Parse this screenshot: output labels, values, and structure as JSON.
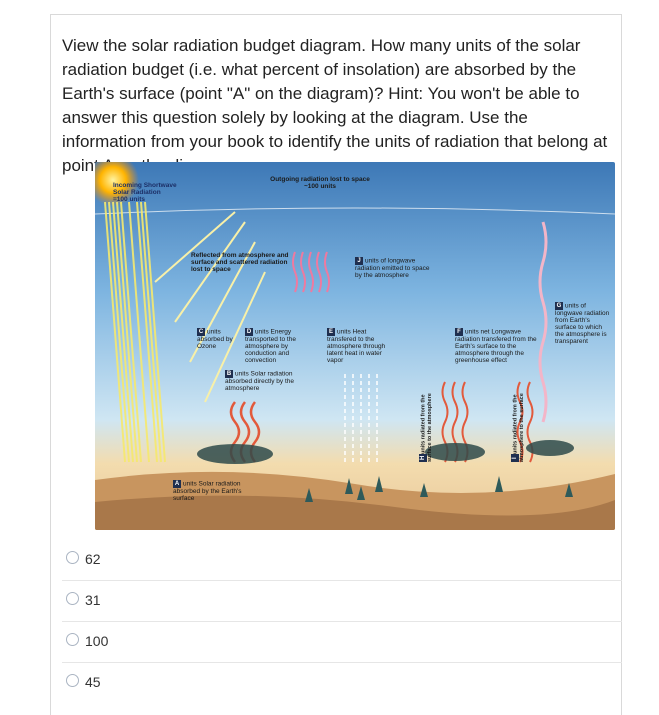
{
  "question": {
    "text": "View the solar radiation budget diagram. How many units of the solar radiation budget (i.e. what percent of insolation) are absorbed by the Earth's surface (point \"A\" on the diagram)? Hint: You won't be able to answer this question solely by looking at the diagram. Use the information from your book to identify the units of radiation that belong at point A on the diagram."
  },
  "diagram": {
    "incoming_title": "Incoming Shortwave Solar Radiation",
    "incoming_units": "=100 units",
    "outgoing_title": "Outgoing radiation lost to space",
    "outgoing_units": "~100 units",
    "reflected": "Reflected from atmosphere and surface and scattered radiation lost to space",
    "J_text": "units of longwave radiation emitted to space by the atmosphere",
    "C_text": "units absorbed by Ozone",
    "D_text": "units Energy transported to the atmosphere by conduction and convection",
    "E_text": "units Heat transfered to the atmosphere through latent heat in water vapor",
    "F_text": "units net Longwave radiation transfered from the Earth's surface to the atmosphere through the greenhouse effect",
    "G_text": "units of longwave radiation from Earth's surface to which the atmosphere is transparent",
    "B_text": "units Solar radiation absorbed directly by the atmosphere",
    "A_text": "units Solar radiation absorbed by the Earth's surface",
    "H_text": "units radiated from the surface to the atmosphere",
    "I_text": "units radiated from the atmosphere to the surface",
    "letters": {
      "A": "A",
      "B": "B",
      "C": "C",
      "D": "D",
      "E": "E",
      "F": "F",
      "G": "G",
      "H": "H",
      "I": "I",
      "J": "J"
    }
  },
  "options": [
    {
      "label": "62"
    },
    {
      "label": "31"
    },
    {
      "label": "100"
    },
    {
      "label": "45"
    }
  ],
  "colors": {
    "sky_top": "#3f79b8",
    "sky_mid": "#8fc2e8",
    "horizon": "#f2d9a8",
    "ground": "#b88a5a",
    "incoming": "#f4e36a",
    "longwave": "#e25a3c"
  }
}
